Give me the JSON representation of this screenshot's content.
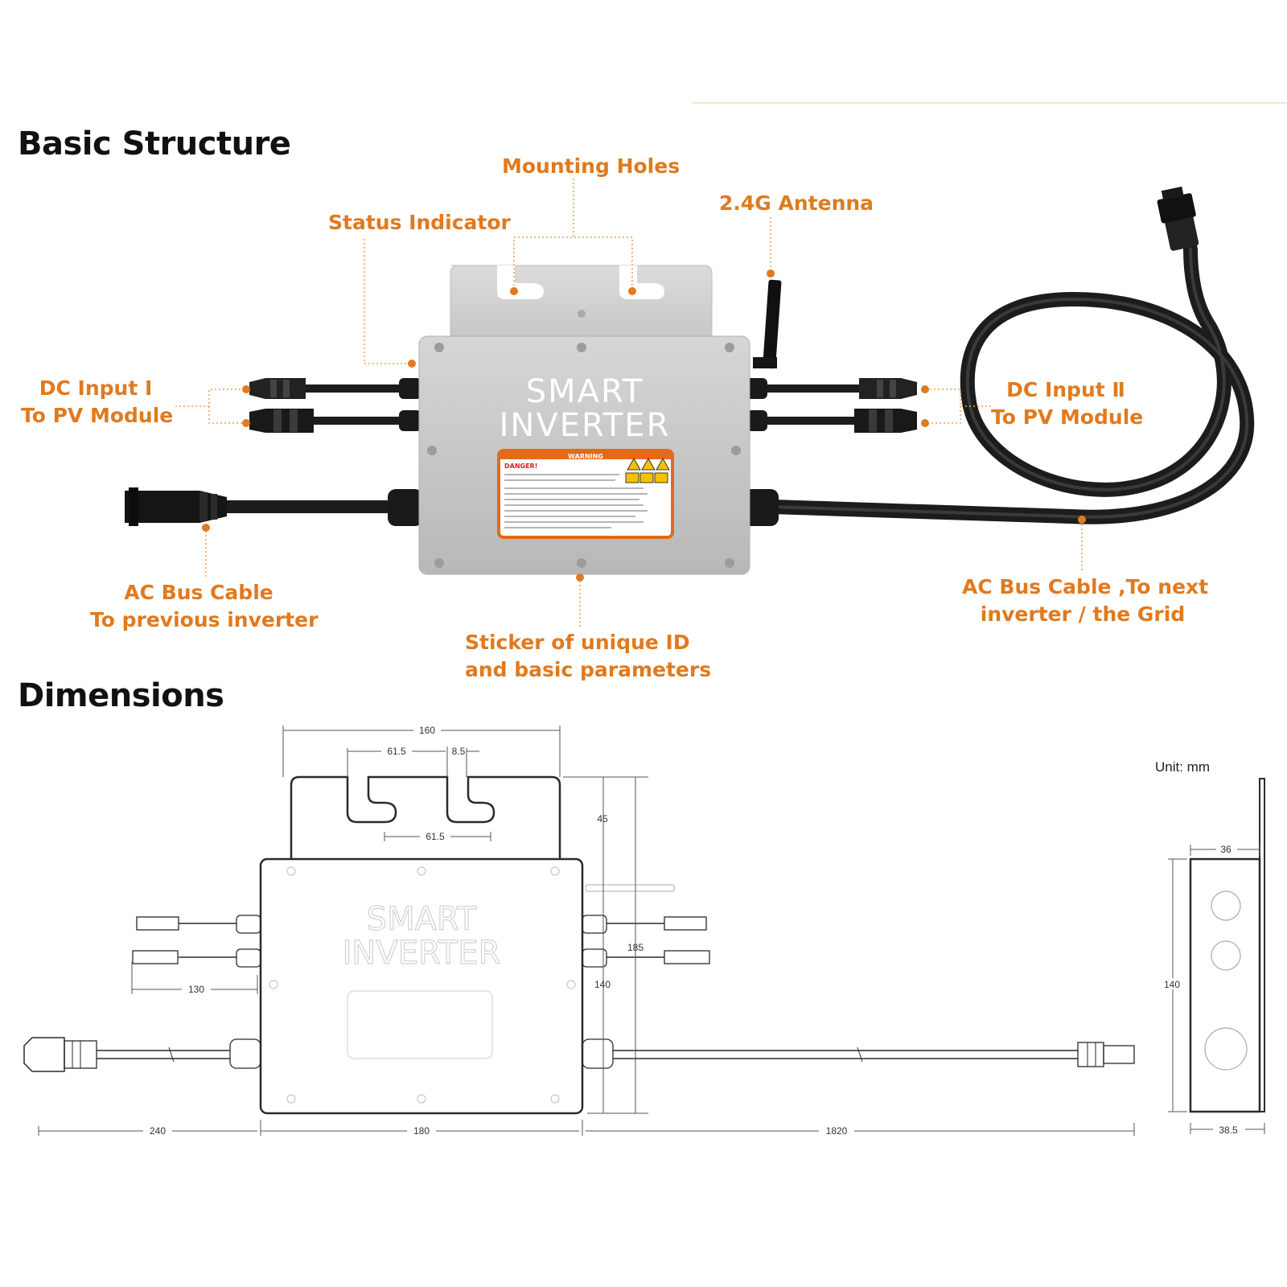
{
  "headings": {
    "structure": "Basic Structure",
    "dimensions": "Dimensions"
  },
  "callouts": {
    "mounting_holes": "Mounting Holes",
    "status_indicator": "Status Indicator",
    "antenna": "2.4G Antenna",
    "dc_input_1": [
      "DC Input Ⅰ",
      "To PV Module"
    ],
    "dc_input_2": [
      "DC Input Ⅱ",
      "To PV Module"
    ],
    "ac_prev": [
      "AC Bus Cable",
      "To previous inverter"
    ],
    "ac_next": [
      "AC Bus Cable ,To next",
      "inverter / the Grid"
    ],
    "sticker": [
      "Sticker of unique ID",
      "and basic parameters"
    ]
  },
  "device": {
    "line1": "SMART",
    "line2": "INVERTER",
    "warning": "WARNING",
    "danger": "DANGER!"
  },
  "dimensions": {
    "unit": "Unit: mm",
    "top_width": "160",
    "hole_offset": "61.5",
    "slot_width": "8.5",
    "hole_spacing": "61.5",
    "bracket_height": "45",
    "total_height": "185",
    "body_height": "140",
    "dc_cable": "130",
    "ac_left": "240",
    "body_width": "180",
    "ac_right": "1820",
    "side_top": "36",
    "side_height": "140",
    "side_bottom": "38.5"
  },
  "colors": {
    "accent": "#e07a1f",
    "heading": "#111111",
    "body": "#c9c9c9",
    "cable": "#1c1c1c"
  }
}
